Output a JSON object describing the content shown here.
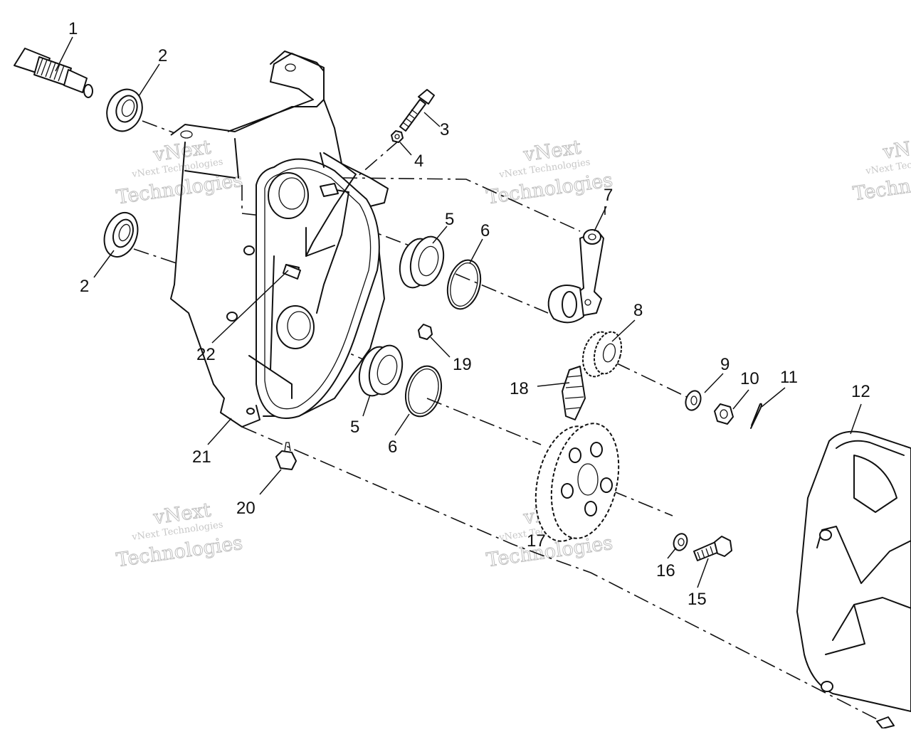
{
  "diagram": {
    "callouts": [
      {
        "id": "c1",
        "text": "1"
      },
      {
        "id": "c2a",
        "text": "2"
      },
      {
        "id": "c2b",
        "text": "2"
      },
      {
        "id": "c3",
        "text": "3"
      },
      {
        "id": "c4",
        "text": "4"
      },
      {
        "id": "c5a",
        "text": "5"
      },
      {
        "id": "c5b",
        "text": "5"
      },
      {
        "id": "c6a",
        "text": "6"
      },
      {
        "id": "c6b",
        "text": "6"
      },
      {
        "id": "c7",
        "text": "7"
      },
      {
        "id": "c8",
        "text": "8"
      },
      {
        "id": "c9",
        "text": "9"
      },
      {
        "id": "c10",
        "text": "10"
      },
      {
        "id": "c11",
        "text": "11"
      },
      {
        "id": "c12",
        "text": "12"
      },
      {
        "id": "c15",
        "text": "15"
      },
      {
        "id": "c16",
        "text": "16"
      },
      {
        "id": "c17",
        "text": "17"
      },
      {
        "id": "c18",
        "text": "18"
      },
      {
        "id": "c19",
        "text": "19"
      },
      {
        "id": "c20",
        "text": "20"
      },
      {
        "id": "c21",
        "text": "21"
      },
      {
        "id": "c22",
        "text": "22"
      }
    ],
    "watermark": {
      "line1": "vNext Technologies",
      "line2": "vNext",
      "line3": "Technologies"
    }
  }
}
